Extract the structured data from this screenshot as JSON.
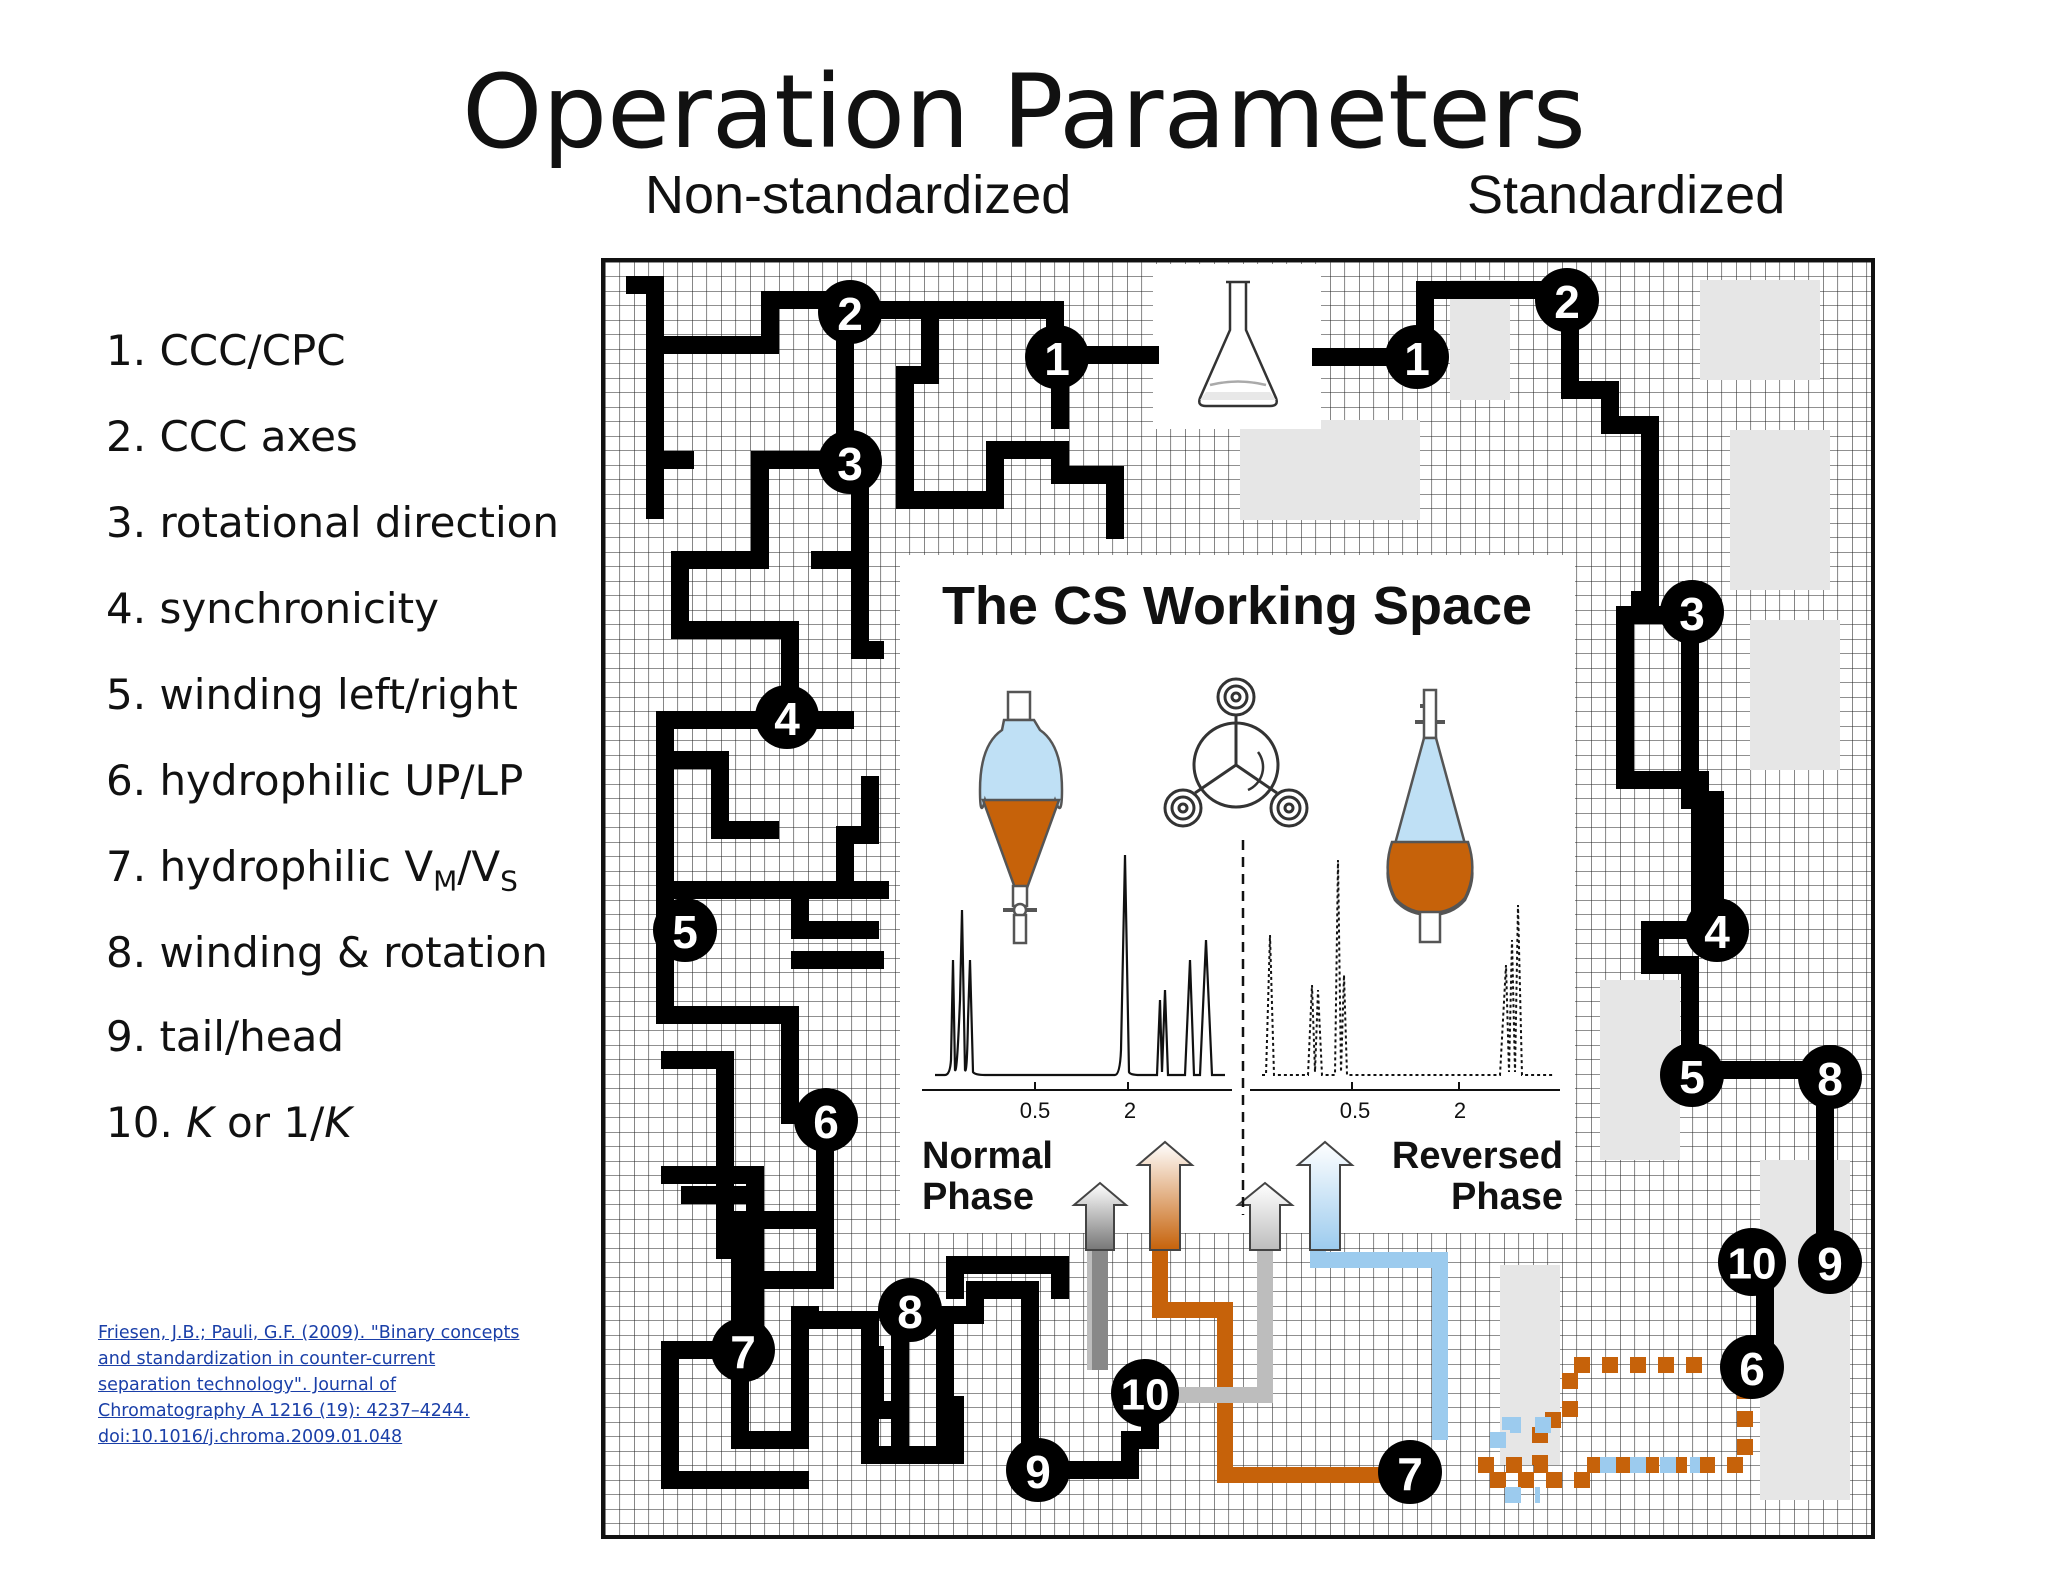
{
  "title": "Operation Parameters",
  "headers": {
    "left": "Non-standardized",
    "right": "Standardized"
  },
  "parameters": [
    {
      "number": "1.",
      "text": "CCC/CPC"
    },
    {
      "number": "2.",
      "text": "CCC axes"
    },
    {
      "number": "3.",
      "text": "rotational direction"
    },
    {
      "number": "4.",
      "text": "synchronicity"
    },
    {
      "number": "5.",
      "text": "winding left/right"
    },
    {
      "number": "6.",
      "text": "hydrophilic UP/LP"
    },
    {
      "number": "7.",
      "text": "hydrophilic V",
      "sub1": "M",
      "mid": "/V",
      "sub2": "S"
    },
    {
      "number": "8.",
      "text": "winding & rotation"
    },
    {
      "number": "9.",
      "text": "tail/head"
    },
    {
      "number": "10.",
      "text": "K",
      "mid": " or 1/",
      "end": "K"
    }
  ],
  "reference": [
    "Friesen, J.B.; Pauli, G.F. (2009). \"Binary concepts",
    "and standardization in counter-current",
    "separation technology\". Journal of",
    "Chromatography A 1216 (19): 4237–4244.",
    "doi:10.1016/j.chroma.2009.01.048"
  ],
  "working_space": {
    "title": "The CS Working Space",
    "normal_phase": [
      "Normal",
      "Phase"
    ],
    "reversed_phase": [
      "Reversed",
      "Phase"
    ],
    "axis_ticks_left": [
      "0.5",
      "2"
    ],
    "axis_ticks_right": [
      "0.5",
      "2"
    ]
  },
  "left_nodes": [
    "2",
    "1",
    "3",
    "4",
    "5",
    "6",
    "7",
    "8",
    "9",
    "10"
  ],
  "right_nodes": [
    "2",
    "1",
    "3",
    "4",
    "5",
    "8",
    "10",
    "9",
    "6",
    "7"
  ],
  "colors": {
    "path": "#000000",
    "orange": "#c6620a",
    "blue": "#9ccbee",
    "light_blue": "#bfe0f5",
    "gray_path": "#bdbdbd",
    "link": "#1a3fa8"
  }
}
